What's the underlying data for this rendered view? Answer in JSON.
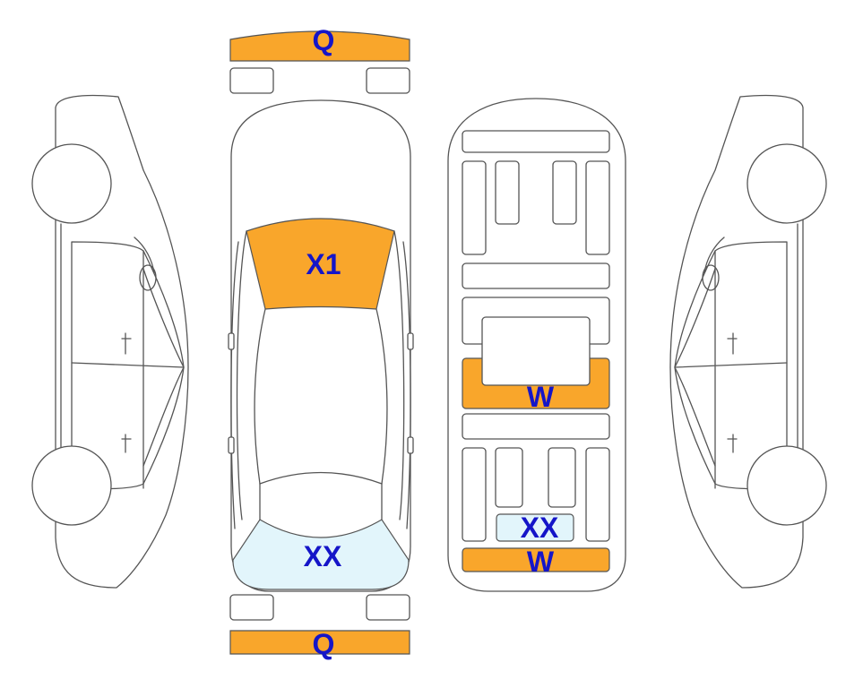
{
  "colors": {
    "damage_orange": "#F9A62B",
    "damage_light_blue": "#E2F5FB",
    "label_blue": "#1515C8",
    "outline": "#555555"
  },
  "labels": {
    "front_bumper": "Q",
    "rear_bumper": "Q",
    "windshield": "X1",
    "rear_window": "XX",
    "underbody_middle": "W",
    "underbody_rear_small": "XX",
    "underbody_rear": "W"
  }
}
